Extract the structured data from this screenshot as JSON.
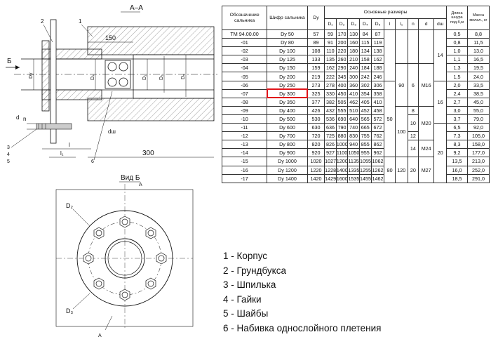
{
  "drawing": {
    "section_label": "А–А",
    "view_label": "Вид Б",
    "arrow_b": "Б",
    "arrow_a": "А",
    "dim_150": "150",
    "dim_300": "300",
    "dim_l": "l",
    "dim_l1": "l₁",
    "dim_dw": "dш",
    "dim_d": "d",
    "dim_n": "n",
    "dia_dy": "Dу",
    "dia_d1": "D₁",
    "dia_d2": "D₂",
    "dia_d3": "D₃",
    "dia_d5": "D₅",
    "dia_d4": "D₄",
    "view_d2": "D₂",
    "view_d3": "D₃",
    "callouts": [
      "1",
      "2",
      "3",
      "4",
      "5",
      "6"
    ]
  },
  "table": {
    "headers": {
      "designation": "Обозначение сальника",
      "cipher": "Шифр сальника",
      "dy": "Dу",
      "main_dims": "Основные размеры",
      "mass_seal": "Длина шнура под.б,м",
      "mass": "Масса мелал., кг",
      "sub": [
        "D₁",
        "D₂",
        "D₃",
        "D₄",
        "D₅",
        "l",
        "l₁",
        "n",
        "d",
        "dш"
      ]
    },
    "rows": [
      {
        "des": "ТМ 94.00.00",
        "code": "Dу 50",
        "dy": "57",
        "d1": "59",
        "d2": "170",
        "d3": "130",
        "d4": "84",
        "d5": "87",
        "len": "0,5",
        "mass": "8,8"
      },
      {
        "des": "-01",
        "code": "Dу 80",
        "dy": "89",
        "d1": "91",
        "d2": "200",
        "d3": "160",
        "d4": "115",
        "d5": "119",
        "len": "0,8",
        "mass": "11,5"
      },
      {
        "des": "-02",
        "code": "Dу 100",
        "dy": "108",
        "d1": "110",
        "d2": "220",
        "d3": "180",
        "d4": "134",
        "d5": "138",
        "len": "1,0",
        "mass": "13,0"
      },
      {
        "des": "-03",
        "code": "Dу 125",
        "dy": "133",
        "d1": "135",
        "d2": "260",
        "d3": "210",
        "d4": "158",
        "d5": "162",
        "len": "1,1",
        "mass": "16,5"
      },
      {
        "des": "-04",
        "code": "Dу 150",
        "dy": "159",
        "d1": "162",
        "d2": "290",
        "d3": "240",
        "d4": "184",
        "d5": "188",
        "len": "1,3",
        "mass": "19,5"
      },
      {
        "des": "-05",
        "code": "Dу 200",
        "dy": "219",
        "d1": "222",
        "d2": "345",
        "d3": "300",
        "d4": "242",
        "d5": "246",
        "len": "1,5",
        "mass": "24,0"
      },
      {
        "des": "-06",
        "code": "Dу 250",
        "dy": "273",
        "d1": "278",
        "d2": "400",
        "d3": "360",
        "d4": "302",
        "d5": "306",
        "len": "2,0",
        "mass": "33,5"
      },
      {
        "des": "-07",
        "code": "Dу 300",
        "dy": "325",
        "d1": "330",
        "d2": "450",
        "d3": "410",
        "d4": "354",
        "d5": "358",
        "len": "2,4",
        "mass": "38,5"
      },
      {
        "des": "-08",
        "code": "Dу 350",
        "dy": "377",
        "d1": "382",
        "d2": "505",
        "d3": "462",
        "d4": "405",
        "d5": "410",
        "len": "2,7",
        "mass": "45,0"
      },
      {
        "des": "-09",
        "code": "Dу 400",
        "dy": "426",
        "d1": "432",
        "d2": "555",
        "d3": "510",
        "d4": "452",
        "d5": "458",
        "len": "3,0",
        "mass": "55,0"
      },
      {
        "des": "-10",
        "code": "Dу 500",
        "dy": "530",
        "d1": "536",
        "d2": "690",
        "d3": "640",
        "d4": "565",
        "d5": "572",
        "len": "3,7",
        "mass": "79,0"
      },
      {
        "des": "-11",
        "code": "Dу 600",
        "dy": "630",
        "d1": "636",
        "d2": "790",
        "d3": "740",
        "d4": "665",
        "d5": "672",
        "len": "6,5",
        "mass": "92,0"
      },
      {
        "des": "-12",
        "code": "Dу 700",
        "dy": "720",
        "d1": "725",
        "d2": "880",
        "d3": "830",
        "d4": "755",
        "d5": "762",
        "len": "7,3",
        "mass": "105,0"
      },
      {
        "des": "-13",
        "code": "Dу 800",
        "dy": "820",
        "d1": "826",
        "d2": "1000",
        "d3": "940",
        "d4": "855",
        "d5": "862",
        "len": "8,3",
        "mass": "158,0"
      },
      {
        "des": "-14",
        "code": "Dу 900",
        "dy": "920",
        "d1": "927",
        "d2": "1100",
        "d3": "1050",
        "d4": "955",
        "d5": "962",
        "len": "9,2",
        "mass": "177,0"
      },
      {
        "des": "-15",
        "code": "Dу 1000",
        "dy": "1020",
        "d1": "1027",
        "d2": "1200",
        "d3": "1135",
        "d4": "1055",
        "d5": "1062",
        "len": "13,5",
        "mass": "213,0"
      },
      {
        "des": "-16",
        "code": "Dу 1200",
        "dy": "1220",
        "d1": "1228",
        "d2": "1400",
        "d3": "1335",
        "d4": "1255",
        "d5": "1262",
        "len": "16,0",
        "mass": "252,0"
      },
      {
        "des": "-17",
        "code": "Dу 1400",
        "dy": "1420",
        "d1": "1429",
        "d2": "1600",
        "d3": "1535",
        "d4": "1455",
        "d5": "1462",
        "len": "18,5",
        "mass": "291,0"
      }
    ],
    "merged": {
      "l_50": "50",
      "l_80": "80",
      "l1_90": "90",
      "l1_100": "100",
      "l1_120": "120",
      "n_6": "6",
      "n_8": "8",
      "n_10": "10",
      "n_12": "12",
      "n_14": "14",
      "n_20": "20",
      "d_m16": "М16",
      "d_m20": "М20",
      "d_m24": "М24",
      "d_m27": "М27",
      "dw_14": "14",
      "dw_16": "16",
      "dw_20": "20"
    },
    "highlighted_row": 7,
    "highlight_color": "#e0141a"
  },
  "legend": [
    "1 - Корпус",
    "2 - Грундбукса",
    "3 - Шпилька",
    "4 - Гайки",
    "5 - Шайбы",
    "6 - Набивка однослойного плетения"
  ]
}
